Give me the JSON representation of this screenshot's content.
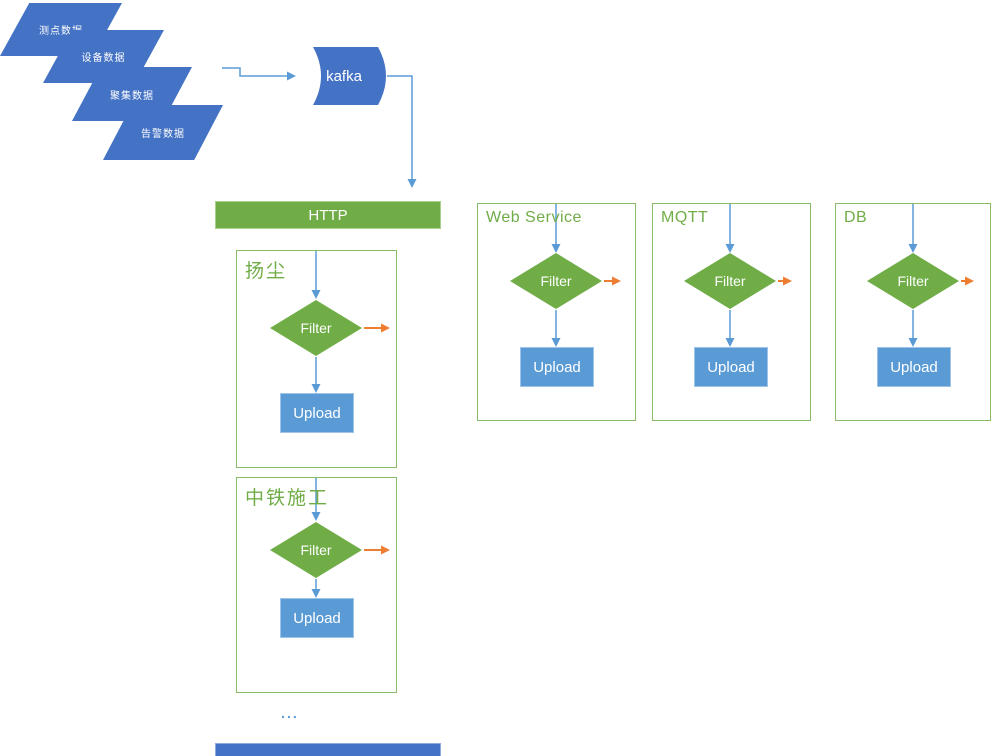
{
  "diagram": {
    "sources": [
      "测点数据",
      "设备数据",
      "聚集数据",
      "告警数据"
    ],
    "broker_label": "kafka",
    "gateway_label": "HTTP",
    "ellipsis_label": "...",
    "channels": [
      {
        "label": "扬尘",
        "filter_label": "Filter",
        "upload_label": "Upload"
      },
      {
        "label": "中铁施工",
        "filter_label": "Filter",
        "upload_label": "Upload"
      },
      {
        "label": "Web Service",
        "filter_label": "Filter",
        "upload_label": "Upload"
      },
      {
        "label": "MQTT",
        "filter_label": "Filter",
        "upload_label": "Upload"
      },
      {
        "label": "DB",
        "filter_label": "Filter",
        "upload_label": "Upload"
      }
    ],
    "colors": {
      "shape_blue": "#4472C4",
      "arrow_blue": "#5B9BD5",
      "upload_blue": "#5B9BD5",
      "green": "#70AD47",
      "box_border_green": "#8ABE66",
      "orange": "#ED7D31"
    }
  }
}
